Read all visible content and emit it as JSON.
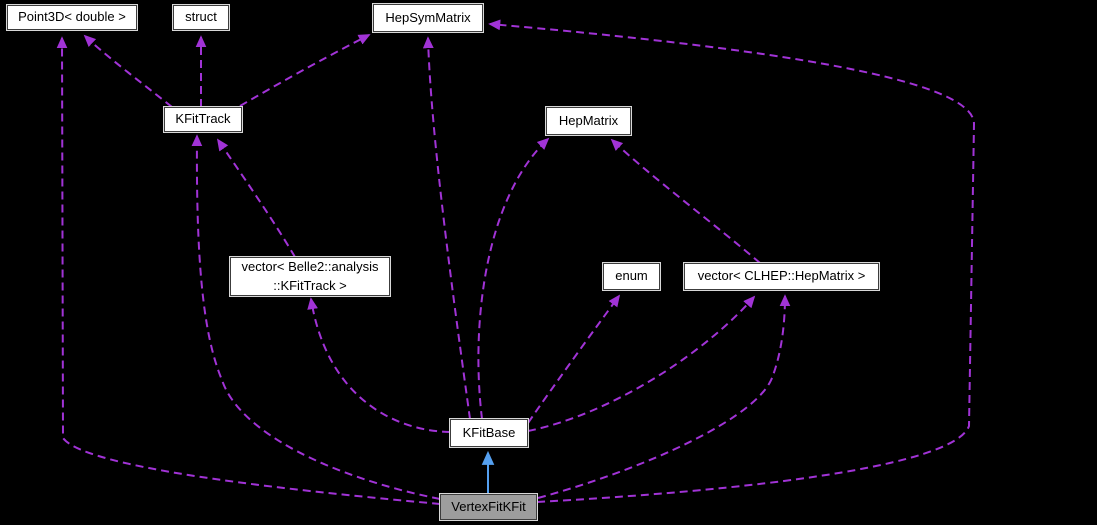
{
  "diagram": {
    "kind": "class-collaboration-graph",
    "background_color": "#000000",
    "colors": {
      "usage_edge": "#A133D6",
      "inheritance_edge": "#55A0F0",
      "node_fill": "#ffffff",
      "node_border": "#3c3c3c",
      "node_outer_border": "#d8d8d8",
      "highlight_node_fill": "#9d9d9d",
      "text": "#000000"
    },
    "nodes": [
      {
        "id": "point3d",
        "label": "Point3D< double >"
      },
      {
        "id": "struct",
        "label": "struct"
      },
      {
        "id": "hepsymmatrix",
        "label": "HepSymMatrix"
      },
      {
        "id": "kfittrack",
        "label": "KFitTrack"
      },
      {
        "id": "hepmatrix",
        "label": "HepMatrix"
      },
      {
        "id": "vecbelle",
        "label": "vector< Belle2::analysis\n::KFitTrack >"
      },
      {
        "id": "enum",
        "label": "enum"
      },
      {
        "id": "vecclhep",
        "label": "vector< CLHEP::HepMatrix >"
      },
      {
        "id": "kfitbase",
        "label": "KFitBase"
      },
      {
        "id": "vertexfitkfit",
        "label": "VertexFitKFit",
        "highlighted": true
      }
    ],
    "edges": [
      {
        "from": "KFitTrack",
        "to": "Point3D< double >",
        "style": "dashed-usage"
      },
      {
        "from": "VertexFitKFit",
        "to": "Point3D< double >",
        "style": "dashed-usage"
      },
      {
        "from": "KFitTrack",
        "to": "struct",
        "style": "dashed-usage"
      },
      {
        "from": "KFitTrack",
        "to": "HepSymMatrix",
        "style": "dashed-usage"
      },
      {
        "from": "KFitBase",
        "to": "HepSymMatrix",
        "style": "dashed-usage"
      },
      {
        "from": "VertexFitKFit",
        "to": "HepSymMatrix",
        "style": "dashed-usage"
      },
      {
        "from": "VertexFitKFit",
        "to": "KFitTrack",
        "style": "dashed-usage"
      },
      {
        "from": "vector< Belle2::analysis::KFitTrack >",
        "to": "KFitTrack",
        "style": "dashed-usage"
      },
      {
        "from": "KFitBase",
        "to": "vector< Belle2::analysis::KFitTrack >",
        "style": "dashed-usage"
      },
      {
        "from": "KFitBase",
        "to": "HepMatrix",
        "style": "dashed-usage"
      },
      {
        "from": "vector< CLHEP::HepMatrix >",
        "to": "HepMatrix",
        "style": "dashed-usage"
      },
      {
        "from": "KFitBase",
        "to": "enum",
        "style": "dashed-usage"
      },
      {
        "from": "KFitBase",
        "to": "vector< CLHEP::HepMatrix >",
        "style": "dashed-usage"
      },
      {
        "from": "VertexFitKFit",
        "to": "vector< CLHEP::HepMatrix >",
        "style": "dashed-usage"
      },
      {
        "from": "VertexFitKFit",
        "to": "KFitBase",
        "style": "solid-inheritance"
      }
    ]
  }
}
